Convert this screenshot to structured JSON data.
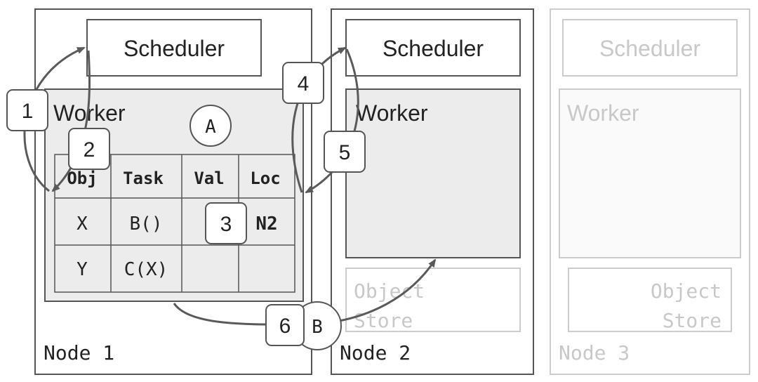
{
  "nodes": [
    {
      "label": "Node 1",
      "scheduler": "Scheduler",
      "worker": "Worker"
    },
    {
      "label": "Node 2",
      "scheduler": "Scheduler",
      "worker": "Worker",
      "object_store": [
        "Object",
        "Store"
      ]
    },
    {
      "label": "Node 3",
      "scheduler": "Scheduler",
      "worker": "Worker",
      "object_store": [
        "Object",
        "Store"
      ]
    }
  ],
  "table": {
    "headers": [
      "Obj",
      "Task",
      "Val",
      "Loc"
    ],
    "rows": [
      [
        "X",
        "B()",
        "",
        "N2"
      ],
      [
        "Y",
        "C(X)",
        "",
        ""
      ]
    ]
  },
  "circles": {
    "a": "A",
    "b": "B"
  },
  "steps": [
    "1",
    "2",
    "3",
    "4",
    "5",
    "6"
  ],
  "colors": {
    "stroke": "#555555",
    "faded": "#cccccc",
    "fill": "#ececec",
    "faded_text": "#c8c8c8",
    "arrow": "#5a5a5a"
  }
}
